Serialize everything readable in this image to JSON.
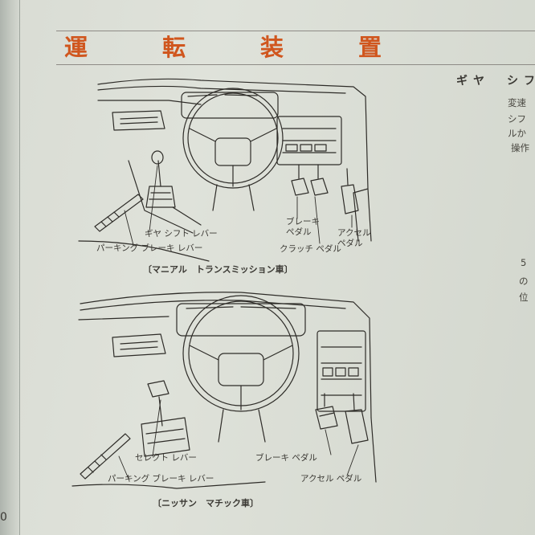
{
  "page": {
    "title": "運　転　装　置",
    "page_number": "0"
  },
  "figure1": {
    "labels": {
      "gear_shift_lever": "ギヤ シフト レバー",
      "parking_brake_lever": "パーキング ブレーキ レバー",
      "brake_pedal": "ブレーキ\nペダル",
      "clutch_pedal": "クラッチ ペダル",
      "accelerator_pedal": "アクセル\nペダル"
    },
    "caption": "〔マニアル　トランスミッション車〕"
  },
  "figure2": {
    "labels": {
      "select_lever": "セレクト レバー",
      "parking_brake_lever": "パーキング ブレーキ レバー",
      "brake_pedal": "ブレーキ ペダル",
      "accelerator_pedal": "アクセル ペダル"
    },
    "caption": "〔ニッサン　マチック車〕"
  },
  "side_column": {
    "heading": "ギヤ　シフト",
    "lines": [
      "変速",
      "シフ",
      "ルか",
      "操作"
    ],
    "lines_lower": [
      "5",
      "の",
      "位"
    ]
  }
}
